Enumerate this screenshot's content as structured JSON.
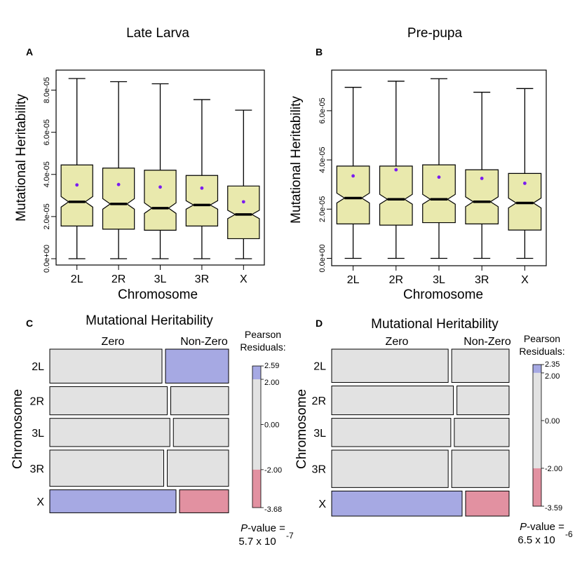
{
  "colors": {
    "box_fill": "#e9e9ad",
    "mean_dot": "#7a1bf0",
    "neutral": "#e2e2e2",
    "positive": "#a6a9e3",
    "negative": "#e291a1"
  },
  "chart_data": [
    {
      "panel": "A",
      "type": "box",
      "title": "Late Larva",
      "xlabel": "Chromosome",
      "ylabel": "Mutational Heritability",
      "ylim": [
        -3e-06,
        8.95e-05
      ],
      "yticks": [
        "0.0e+00",
        "2.0e-05",
        "4.0e-05",
        "6.0e-05",
        "8.0e-05"
      ],
      "categories": [
        "2L",
        "2R",
        "3L",
        "3R",
        "X"
      ],
      "boxes": [
        {
          "min": 0.0,
          "q1": 1.55e-05,
          "median": 2.7e-05,
          "q3": 4.45e-05,
          "max": 8.55e-05,
          "mean": 3.5e-05,
          "notch": [
            2.45e-05,
            2.95e-05
          ]
        },
        {
          "min": 0.0,
          "q1": 1.4e-05,
          "median": 2.6e-05,
          "q3": 4.3e-05,
          "max": 8.4e-05,
          "mean": 3.52e-05,
          "notch": [
            2.35e-05,
            2.85e-05
          ]
        },
        {
          "min": 0.0,
          "q1": 1.35e-05,
          "median": 2.4e-05,
          "q3": 4.2e-05,
          "max": 8.3e-05,
          "mean": 3.4e-05,
          "notch": [
            2.15e-05,
            2.65e-05
          ]
        },
        {
          "min": 0.0,
          "q1": 1.55e-05,
          "median": 2.55e-05,
          "q3": 3.95e-05,
          "max": 7.55e-05,
          "mean": 3.35e-05,
          "notch": [
            2.35e-05,
            2.75e-05
          ]
        },
        {
          "min": 0.0,
          "q1": 9.5e-06,
          "median": 2.1e-05,
          "q3": 3.45e-05,
          "max": 7.05e-05,
          "mean": 2.7e-05,
          "notch": [
            1.9e-05,
            2.3e-05
          ]
        }
      ]
    },
    {
      "panel": "B",
      "type": "box",
      "title": "Pre-pupa",
      "xlabel": "Chromosome",
      "ylabel": "Mutational Heritability",
      "ylim": [
        -3e-06,
        7.65e-05
      ],
      "yticks": [
        "0.0e+00",
        "2.0e-05",
        "4.0e-05",
        "6.0e-05"
      ],
      "categories": [
        "2L",
        "2R",
        "3L",
        "3R",
        "X"
      ],
      "boxes": [
        {
          "min": 0.0,
          "q1": 1.4e-05,
          "median": 2.45e-05,
          "q3": 3.75e-05,
          "max": 6.95e-05,
          "mean": 3.35e-05,
          "notch": [
            2.25e-05,
            2.65e-05
          ]
        },
        {
          "min": 0.0,
          "q1": 1.35e-05,
          "median": 2.4e-05,
          "q3": 3.75e-05,
          "max": 7.2e-05,
          "mean": 3.6e-05,
          "notch": [
            2.2e-05,
            2.6e-05
          ]
        },
        {
          "min": 0.0,
          "q1": 1.45e-05,
          "median": 2.4e-05,
          "q3": 3.8e-05,
          "max": 7.3e-05,
          "mean": 3.3e-05,
          "notch": [
            2.2e-05,
            2.6e-05
          ]
        },
        {
          "min": 0.0,
          "q1": 1.4e-05,
          "median": 2.3e-05,
          "q3": 3.6e-05,
          "max": 6.75e-05,
          "mean": 3.25e-05,
          "notch": [
            2.1e-05,
            2.5e-05
          ]
        },
        {
          "min": 0.0,
          "q1": 1.15e-05,
          "median": 2.25e-05,
          "q3": 3.45e-05,
          "max": 6.9e-05,
          "mean": 3.05e-05,
          "notch": [
            2.05e-05,
            2.45e-05
          ]
        }
      ]
    },
    {
      "panel": "C",
      "type": "mosaic",
      "title": "Mutational Heritability",
      "xlabel": "Mutational Heritability",
      "ylabel": "Chromosome",
      "columns": [
        "Zero",
        "Non-Zero"
      ],
      "rows": [
        "2L",
        "2R",
        "3L",
        "3R",
        "X"
      ],
      "row_fraction": [
        0.207,
        0.172,
        0.172,
        0.221,
        0.14
      ],
      "zero_fraction": [
        0.64,
        0.67,
        0.685,
        0.65,
        0.72
      ],
      "residual_sign": [
        [
          "neutral",
          "positive"
        ],
        [
          "neutral",
          "neutral"
        ],
        [
          "neutral",
          "neutral"
        ],
        [
          "neutral",
          "neutral"
        ],
        [
          "positive",
          "negative"
        ]
      ],
      "legend": {
        "title_line1": "Pearson",
        "title_line2": "Residuals:",
        "max": 2.59,
        "min": -3.68,
        "labels": [
          "2.59",
          "2.00",
          "0.00",
          "-2.00",
          "-3.68"
        ]
      },
      "pvalue": {
        "prefix": "P",
        "label": "-value =",
        "mantissa": "5.7 x 10",
        "exponent": "-7"
      }
    },
    {
      "panel": "D",
      "type": "mosaic",
      "title": "Mutational Heritability",
      "xlabel": "Mutational Heritability",
      "ylabel": "Chromosome",
      "columns": [
        "Zero",
        "Non-Zero"
      ],
      "rows": [
        "2L",
        "2R",
        "3L",
        "3R",
        "X"
      ],
      "row_fraction": [
        0.202,
        0.175,
        0.172,
        0.227,
        0.152
      ],
      "zero_fraction": [
        0.67,
        0.7,
        0.685,
        0.67,
        0.75
      ],
      "residual_sign": [
        [
          "neutral",
          "neutral"
        ],
        [
          "neutral",
          "neutral"
        ],
        [
          "neutral",
          "neutral"
        ],
        [
          "neutral",
          "neutral"
        ],
        [
          "positive",
          "negative"
        ]
      ],
      "legend": {
        "title_line1": "Pearson",
        "title_line2": "Residuals:",
        "max": 2.35,
        "min": -3.59,
        "labels": [
          "2.35",
          "2.00",
          "0.00",
          "-2.00",
          "-3.59"
        ]
      },
      "pvalue": {
        "prefix": "P",
        "label": "-value =",
        "mantissa": "6.5 x 10",
        "exponent": "-6"
      }
    }
  ]
}
